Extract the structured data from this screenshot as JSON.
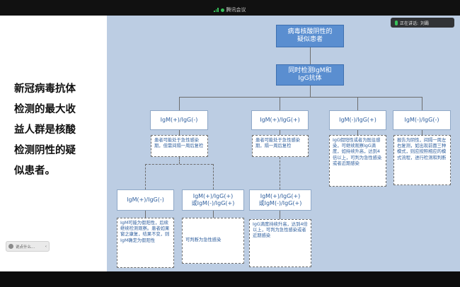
{
  "meeting": {
    "title": "腾讯会议"
  },
  "speaker": {
    "label": "正在讲话:",
    "name": "刘霸"
  },
  "typing": {
    "text": "说点什么..."
  },
  "slide": {
    "lines": [
      "新冠病毒抗体",
      "检测的最大收",
      "益人群是核酸",
      "检测阴性的疑",
      "似患者。"
    ]
  },
  "flow": {
    "root": [
      "病毒核酸阴性的",
      "疑似患者"
    ],
    "step": [
      "同时检测IgM和",
      "IgG抗体"
    ],
    "branches": [
      {
        "label": "IgM(+)/IgG(-)",
        "note": "患者可能处于急性感染期，但需间隔一周后复检"
      },
      {
        "label": "IgM(+)/IgG(+)",
        "note": "患者可能处于急性感染期，隔一周后复检"
      },
      {
        "label": "IgM(-)/IgG(+)",
        "note": "IgG假阳性或者为既往感染，可继续观察IgG滴度，如持续升高，达到4倍以上，可判为急性感染或者近期感染"
      },
      {
        "label": "IgM(-)/IgG(-)",
        "note": "报告为阴性，间隔一周左右复测，如出现前面三种模式，则应按照相应的模式流程，进行检测和判断"
      }
    ],
    "sub_left": [
      {
        "label": "IgM(+)/IgG(-)",
        "note": "IgM可能为假阳性，后续继续检测观察。患者如果窗之康复，结果不变，则IgM确定为假阳性"
      },
      {
        "label": "IgM(+)/IgG(+)\n或IgM(-)/IgG(+)",
        "note": "可判断为急性感染"
      }
    ],
    "sub_mid": {
      "label": "IgM(+)/IgG(+)\n或IgM(-)/IgG(+)",
      "note": "IgG滴度持续升高，达到4倍以上，可判为急性感染或者近期感染"
    }
  }
}
